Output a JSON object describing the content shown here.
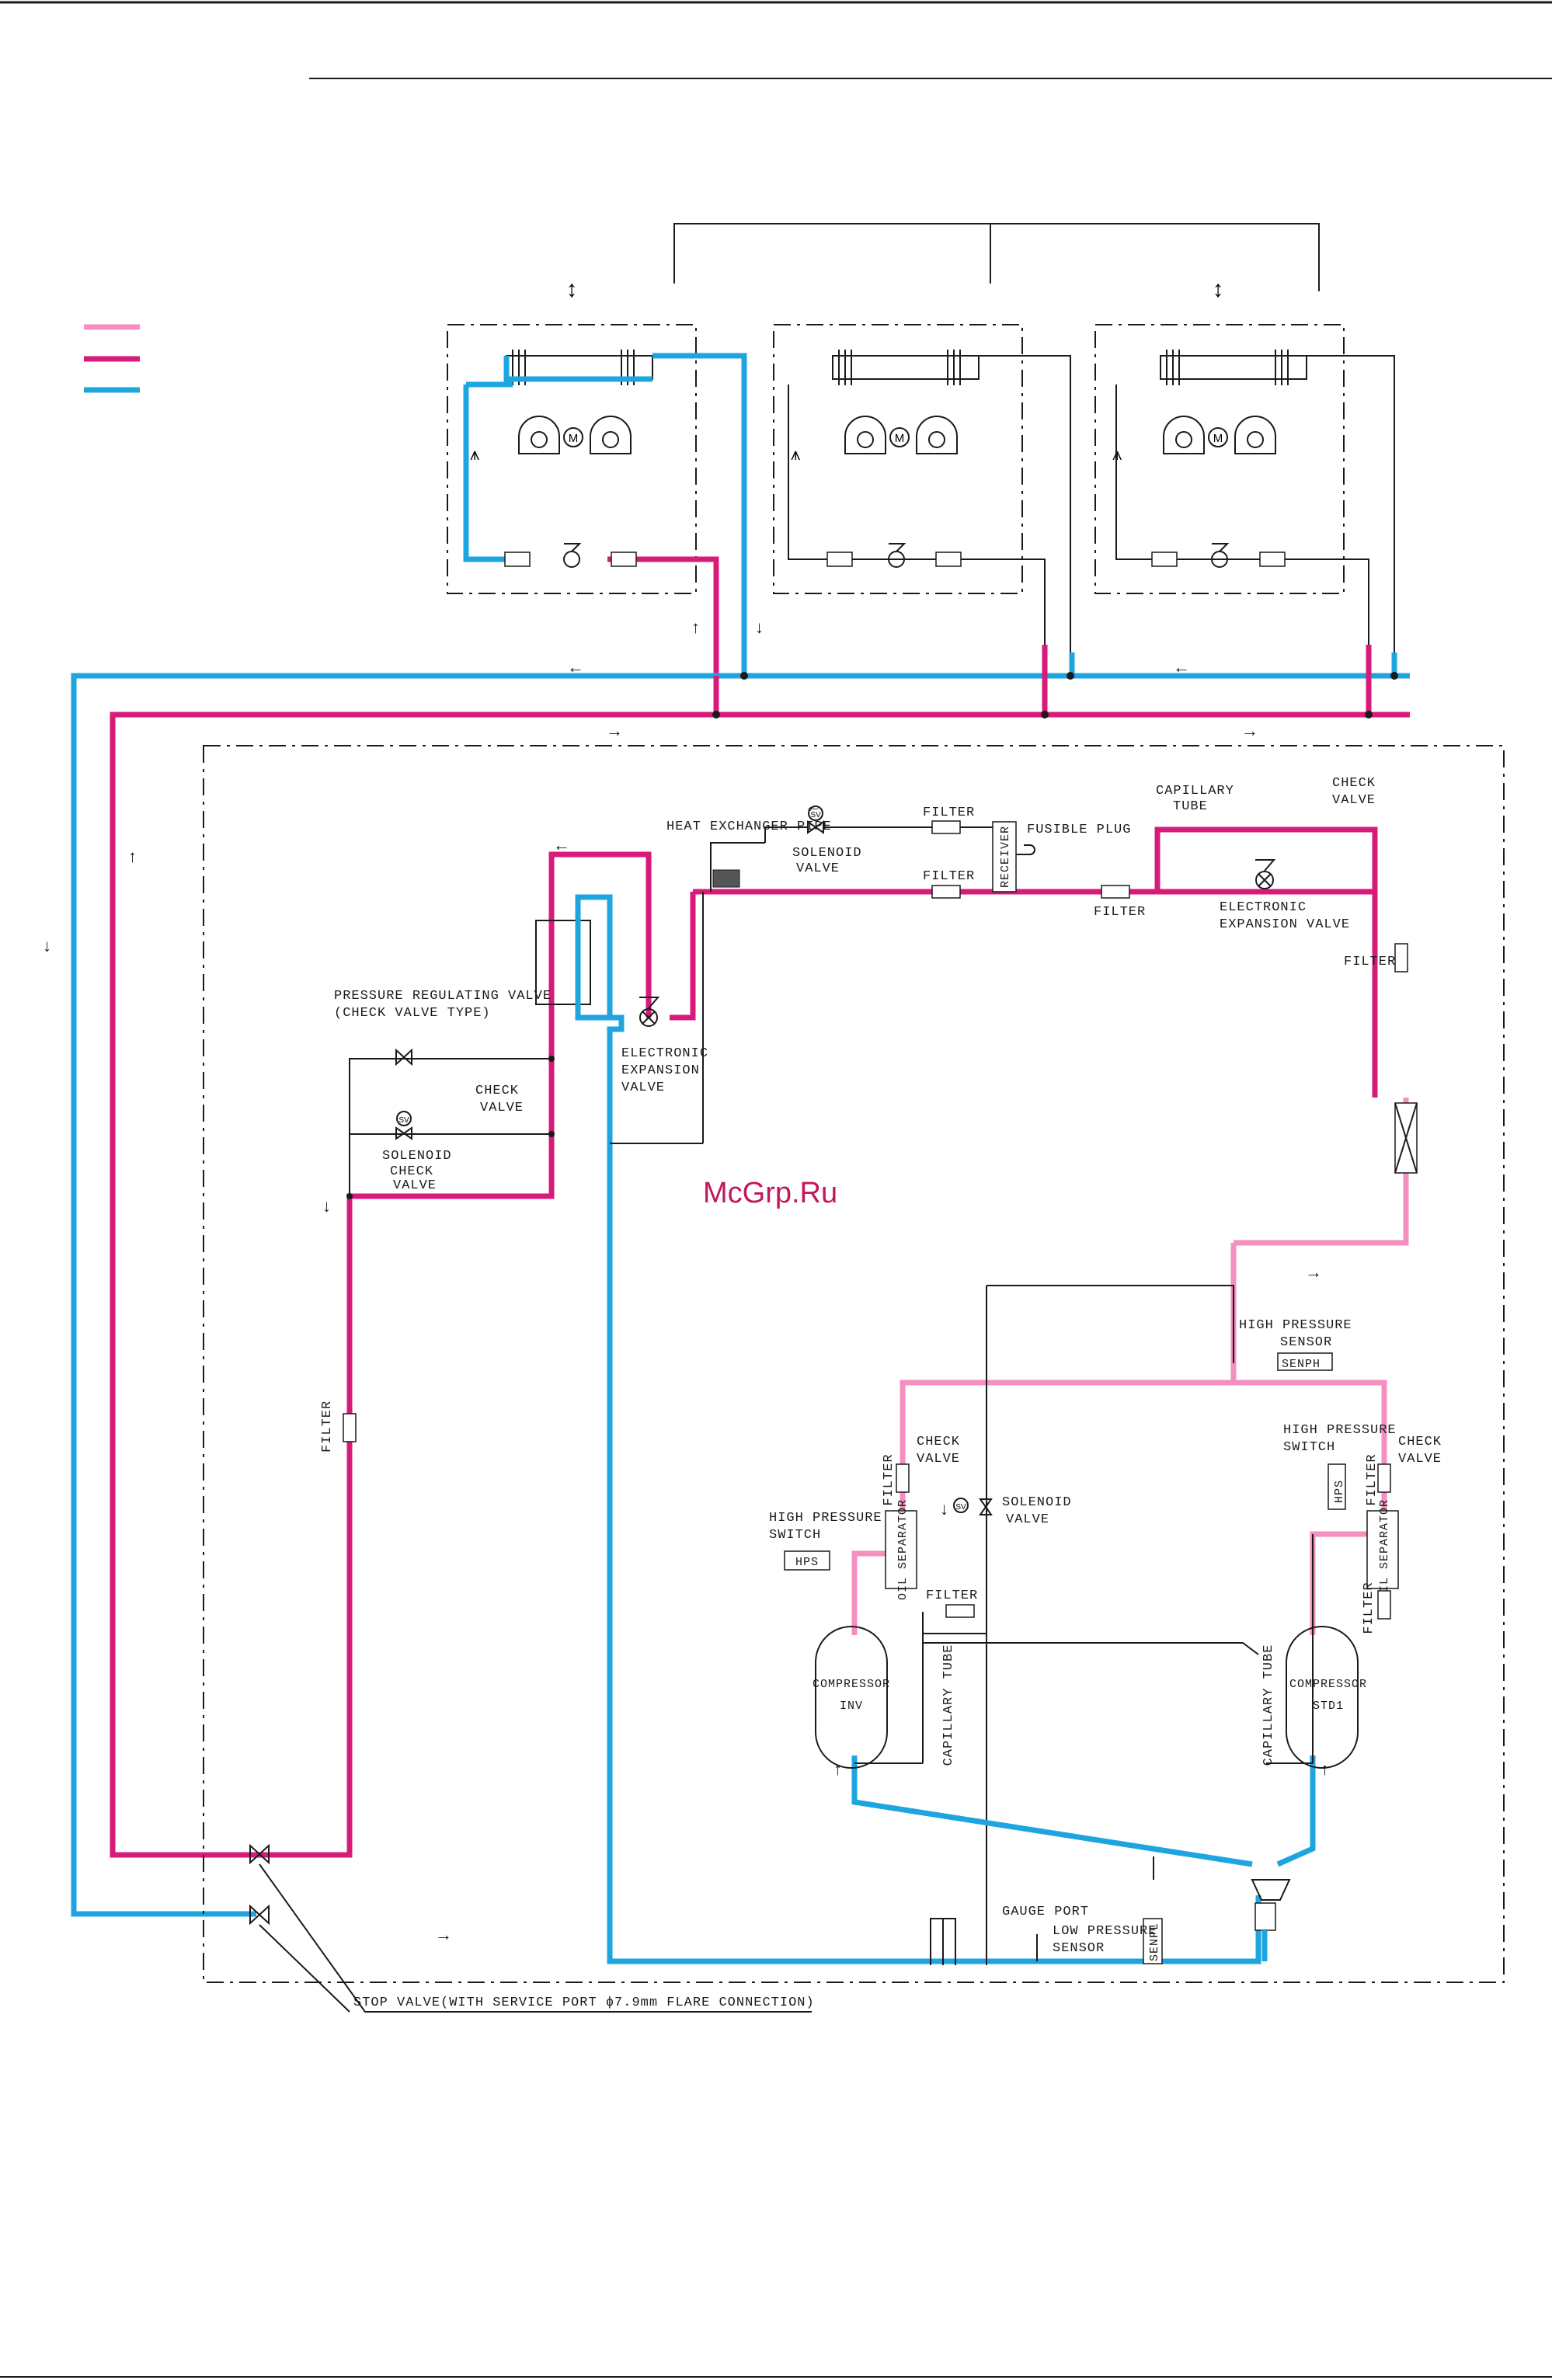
{
  "colors": {
    "magenta": "#d81b7a",
    "pink": "#f48fbf",
    "blue": "#1ea5e0",
    "line": "#1a1a1a"
  },
  "labels": {
    "heat_exchanger_pipe": "HEAT EXCHANGER PIPE",
    "solenoid": "SOLENOID",
    "valve": "VALVE",
    "filter": "FILTER",
    "fusible_plug": "FUSIBLE PLUG",
    "receiver": "RECEIVER",
    "capillary": "CAPILLARY",
    "tube": "TUBE",
    "check": "CHECK",
    "electronic": "ELECTRONIC",
    "expansion_valve": "EXPANSION VALVE",
    "expansion": "EXPANSION",
    "pressure_regulating_valve": "PRESSURE REGULATING VALVE",
    "check_valve_type": "(CHECK VALVE TYPE)",
    "high_pressure": "HIGH PRESSURE",
    "sensor": "SENSOR",
    "senph": "SENPH",
    "switch": "SWITCH",
    "hps": "HPS",
    "oil_separator": "OIL SEPARATOR",
    "compressor": "COMPRESSOR",
    "inv": "INV",
    "std1": "STD1",
    "capillary_tube": "CAPILLARY TUBE",
    "gauge_port": "GAUGE PORT",
    "low_pressure": "LOW PRESSURE",
    "senpl": "SENPL",
    "stop_valve": "STOP VALVE(WITH SERVICE PORT ϕ7.9mm FLARE CONNECTION)",
    "sv": "SV",
    "motor": "M",
    "watermark": "McGrp.Ru"
  }
}
